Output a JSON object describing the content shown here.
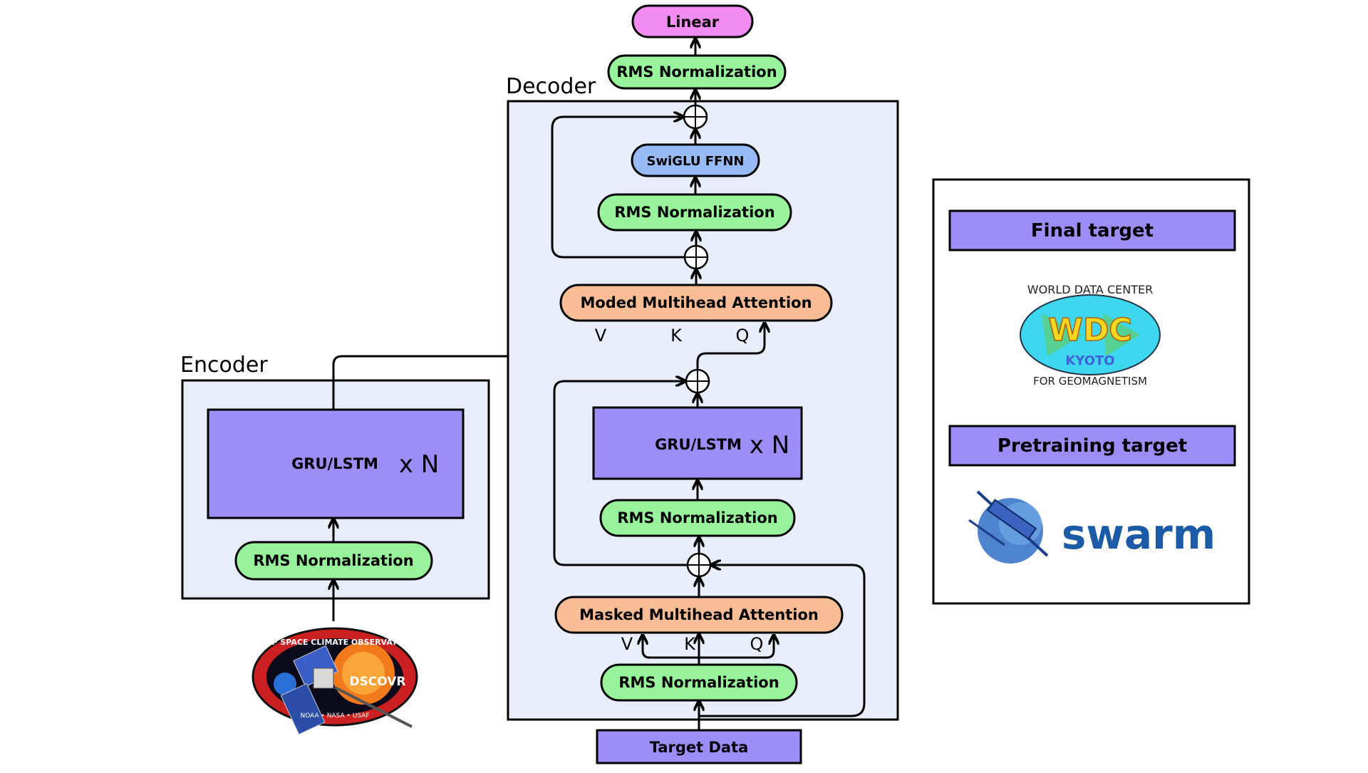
{
  "encoder": {
    "title": "Encoder",
    "rnn_label": "GRU/LSTM",
    "repeat_label": "x N",
    "norm_label": "RMS Normalization",
    "logo": {
      "top_text": "DEEP SPACE CLIMATE OBSERVATORY",
      "name": "DSCOVR",
      "bottom_text": "NOAA • NASA • USAF"
    }
  },
  "decoder": {
    "title": "Decoder",
    "input_label": "Target Data",
    "norm1_label": "RMS Normalization",
    "masked_attention_label": "Masked Multihead Attention",
    "masked_v": "V",
    "masked_k": "K",
    "masked_q": "Q",
    "norm2_label": "RMS Normalization",
    "rnn_label": "GRU/LSTM",
    "repeat_label": "x N",
    "moded_attention_label": "Moded Multihead Attention",
    "moded_v": "V",
    "moded_k": "K",
    "moded_q": "Q",
    "norm3_label": "RMS Normalization",
    "ffnn_label": "SwiGLU FFNN",
    "norm_final_label": "RMS Normalization",
    "linear_label": "Linear"
  },
  "legend": {
    "final_target_label": "Final target",
    "wdc_logo": {
      "top_text": "WORLD DATA CENTER",
      "main_text": "WDC",
      "sub_text": "KYOTO",
      "bottom_text": "FOR GEOMAGNETISM"
    },
    "pretraining_target_label": "Pretraining target",
    "swarm_logo": {
      "text": "swarm"
    }
  },
  "colors": {
    "green_box": "#98f49a",
    "orange_box": "#f9bd96",
    "blue_box": "#98bbf5",
    "pink_box": "#f28bf2",
    "purple_box": "#9c8ef6",
    "decoder_bg": "#e8eefb",
    "encoder_bg": "#e8eefb",
    "swarm_blue": "#1b5aa7"
  }
}
